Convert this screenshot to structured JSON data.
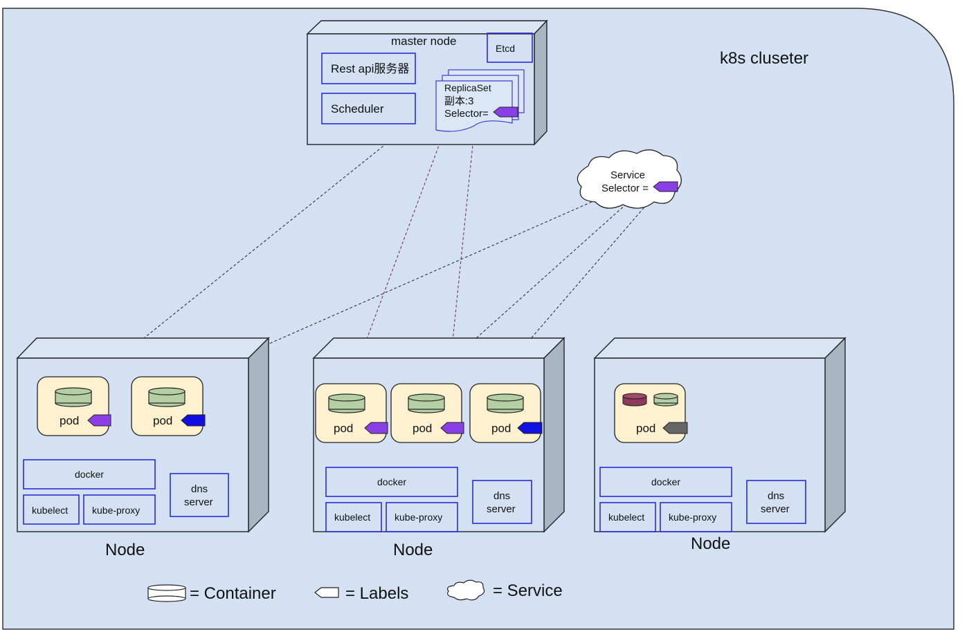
{
  "cluster": {
    "title": "k8s cluseter"
  },
  "master": {
    "title": "master node",
    "etcd": "Etcd",
    "rest_api": "Rest api服务器",
    "scheduler": "Scheduler",
    "replicaset": {
      "line1": "ReplicaSet",
      "line2": "副本:3",
      "line3": "Selector="
    }
  },
  "service": {
    "line1": "Service",
    "line2": "Selector ="
  },
  "nodes": [
    {
      "label": "Node",
      "docker": "docker",
      "kubelect": "kubelect",
      "kube_proxy": "kube-proxy",
      "dns_line1": "dns",
      "dns_line2": "server",
      "pods": [
        {
          "label": "pod",
          "tag_color": "#8a3ee6"
        },
        {
          "label": "pod",
          "tag_color": "#1010e0"
        }
      ]
    },
    {
      "label": "Node",
      "docker": "docker",
      "kubelect": "kubelect",
      "kube_proxy": "kube-proxy",
      "dns_line1": "dns",
      "dns_line2": "server",
      "pods": [
        {
          "label": "pod",
          "tag_color": "#8a3ee6"
        },
        {
          "label": "pod",
          "tag_color": "#8a3ee6"
        },
        {
          "label": "pod",
          "tag_color": "#1010e0"
        }
      ]
    },
    {
      "label": "Node",
      "docker": "docker",
      "kubelect": "kubelect",
      "kube_proxy": "kube-proxy",
      "dns_line1": "dns",
      "dns_line2": "server",
      "pods": [
        {
          "label": "pod",
          "tag_color": "#666666"
        }
      ]
    }
  ],
  "legend": {
    "container": "= Container",
    "labels": "= Labels",
    "service": "= Service"
  },
  "colors": {
    "selector_tag": "#8a3ee6",
    "blue_tag": "#1010e0",
    "gray_tag": "#666666",
    "red_container": "#8b3a5a"
  }
}
